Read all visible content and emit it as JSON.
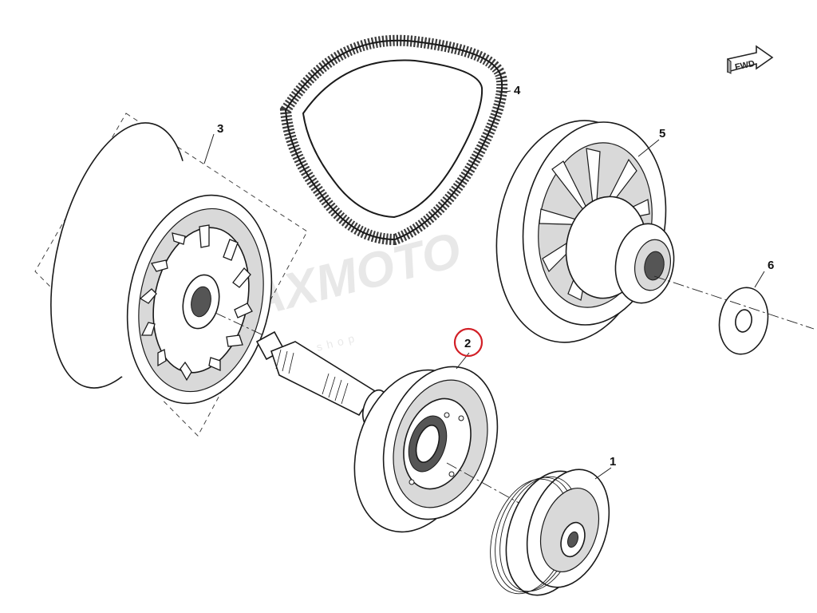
{
  "diagram": {
    "fwd_label": "FWD",
    "watermark_main": "MAXMOTO",
    "watermark_sub": "shop",
    "highlight_color": "#d21f26",
    "callouts": [
      {
        "id": "1",
        "label": "1"
      },
      {
        "id": "2",
        "label": "2",
        "highlighted": true
      },
      {
        "id": "3",
        "label": "3"
      },
      {
        "id": "4",
        "label": "4"
      },
      {
        "id": "5",
        "label": "5"
      },
      {
        "id": "6",
        "label": "6"
      }
    ]
  }
}
